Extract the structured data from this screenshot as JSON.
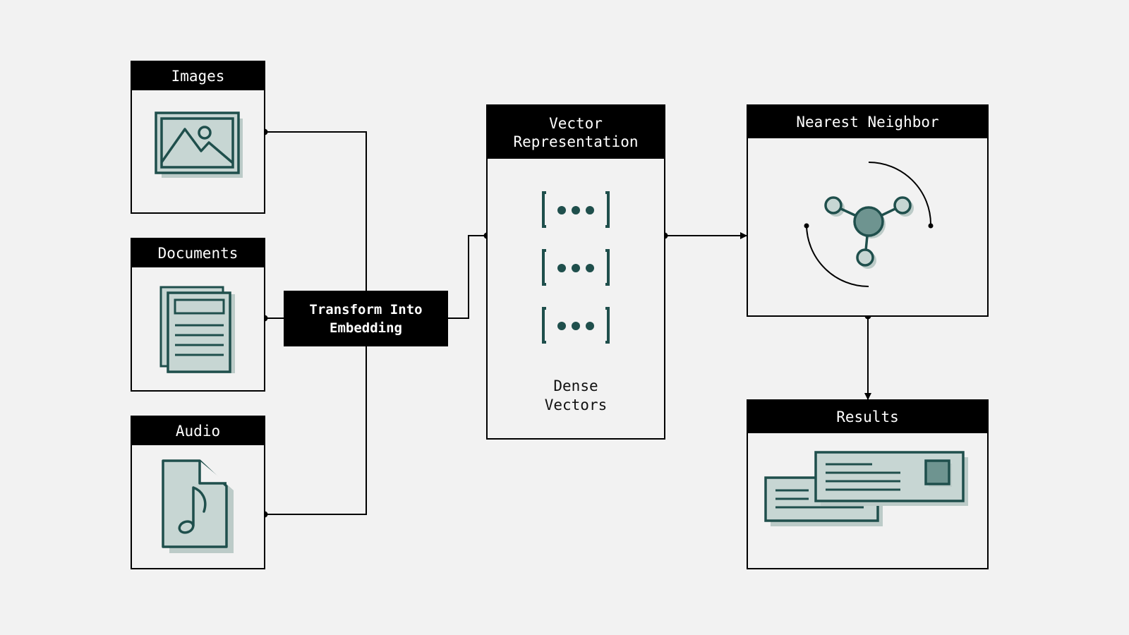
{
  "nodes": {
    "images": {
      "title": "Images",
      "icon": "image-icon"
    },
    "documents": {
      "title": "Documents",
      "icon": "document-stack-icon"
    },
    "audio": {
      "title": "Audio",
      "icon": "audio-file-icon"
    },
    "transform": {
      "label": "Transform Into\nEmbedding"
    },
    "vector": {
      "title": "Vector\nRepresentation",
      "caption": "Dense\nVectors",
      "icon": "vector-bracket-icon"
    },
    "nearest": {
      "title": "Nearest Neighbor",
      "icon": "nearest-neighbor-graph-icon"
    },
    "results": {
      "title": "Results",
      "icon": "result-cards-icon"
    }
  },
  "colors": {
    "background": "#f2f2f2",
    "header": "#000000",
    "accent": "#1f4f4c",
    "fill": "#c7d6d3",
    "shadow": "#bccbc8"
  }
}
